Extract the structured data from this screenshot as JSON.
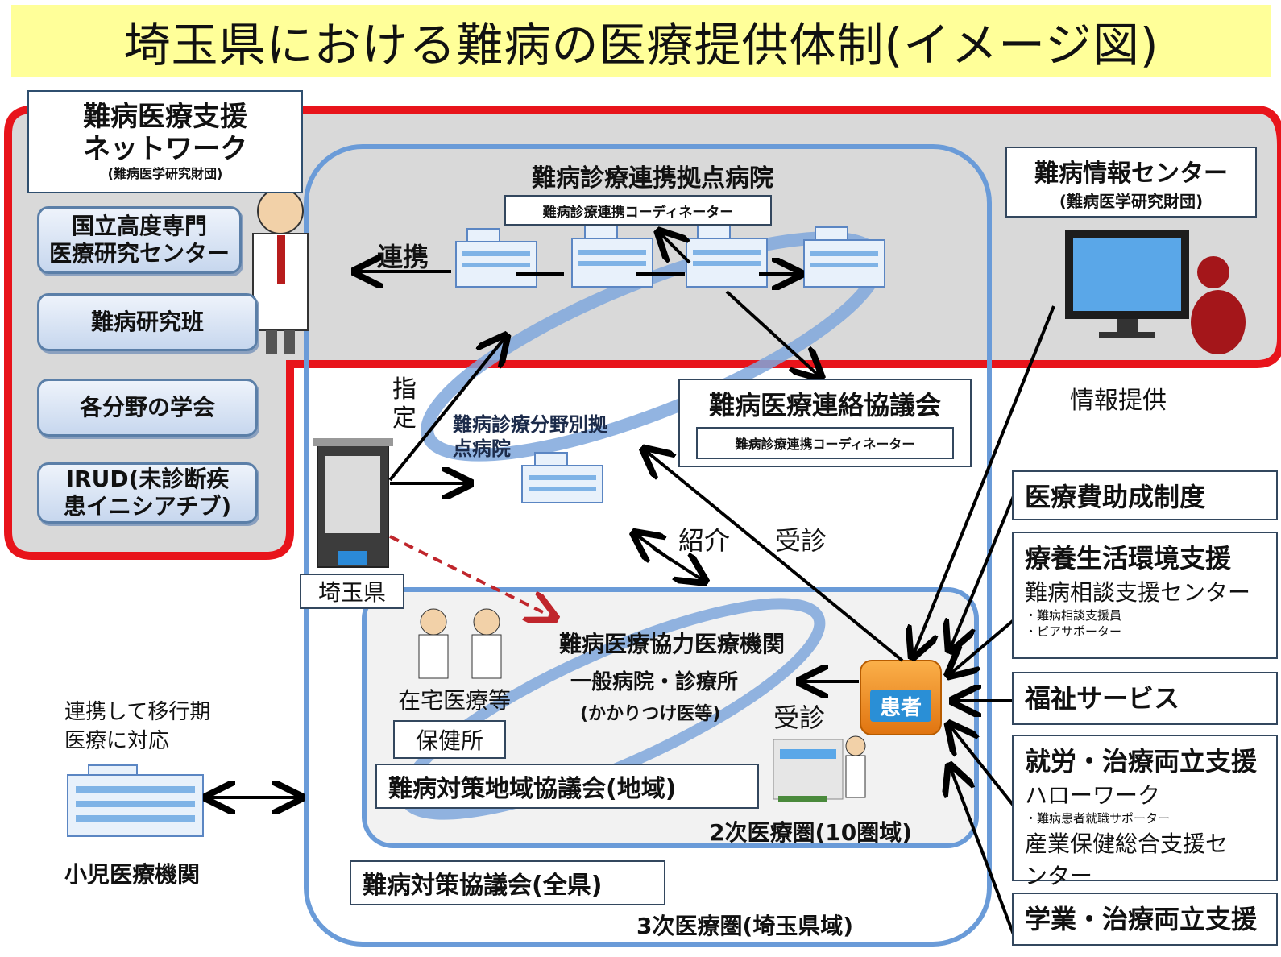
{
  "title": "埼玉県における難病の医療提供体制(イメージ図)",
  "network": {
    "title_line1": "難病医療支援",
    "title_line2": "ネットワーク",
    "subtitle": "(難病医学研究財団)",
    "items": [
      {
        "line1": "国立高度専門",
        "line2": "医療研究センター"
      },
      {
        "line1": "難病研究班",
        "line2": ""
      },
      {
        "line1": "各分野の学会",
        "line2": ""
      },
      {
        "line1": "IRUD(未診断疾",
        "line2": "患イニシアチブ)"
      }
    ]
  },
  "hub_hospital": {
    "title": "難病診療連携拠点病院",
    "coordinator": "難病診療連携コーディネーター",
    "renkei": "連携"
  },
  "specialty_hospital": {
    "line1": "難病診療分野別拠",
    "line2": "点病院"
  },
  "council": {
    "title": "難病医療連絡協議会",
    "coordinator": "難病診療連携コーディネーター"
  },
  "info_center": {
    "title": "難病情報センター",
    "subtitle": "(難病医学研究財団)",
    "provide": "情報提供"
  },
  "prefecture": {
    "label": "埼玉県",
    "shitei": "指定"
  },
  "arrows": {
    "shoukai": "紹介",
    "jushin_upper": "受診",
    "jushin_lower": "受診"
  },
  "secondary": {
    "coop_title": "難病医療協力医療機関",
    "general_line1": "一般病院・診療所",
    "general_line2": "(かかりつけ医等)",
    "home_care": "在宅医療等",
    "health_center": "保健所",
    "regional_council": "難病対策地域協議会(地域)",
    "area": "2次医療圏(10圏域)"
  },
  "tertiary": {
    "council": "難病対策協議会(全県)",
    "area": "3次医療圏(埼玉県域)"
  },
  "patient": "患者",
  "pediatric": {
    "note_line1": "連携して移行期",
    "note_line2": "医療に対応",
    "name": "小児医療機関"
  },
  "support": [
    {
      "title": "医療費助成制度",
      "lines": [],
      "small": []
    },
    {
      "title": "療養生活環境支援",
      "lines": [
        "難病相談支援センター"
      ],
      "small": [
        "・難病相談支援員",
        "・ピアサポーター"
      ]
    },
    {
      "title": "福祉サービス",
      "lines": [],
      "small": []
    },
    {
      "title": "就労・治療両立支援",
      "lines": [
        "ハローワーク"
      ],
      "small": [
        "・難病患者就職サポーター"
      ],
      "lines2": [
        "産業保健総合支援セ",
        "ンター"
      ]
    },
    {
      "title": "学業・治療両立支援",
      "lines": [],
      "small": []
    }
  ],
  "colors": {
    "red": "#e8141b",
    "blue": "#6a9bd8",
    "gray": "#d9d9d9",
    "yellow": "#ffff99",
    "patient": "#f28c1e"
  }
}
